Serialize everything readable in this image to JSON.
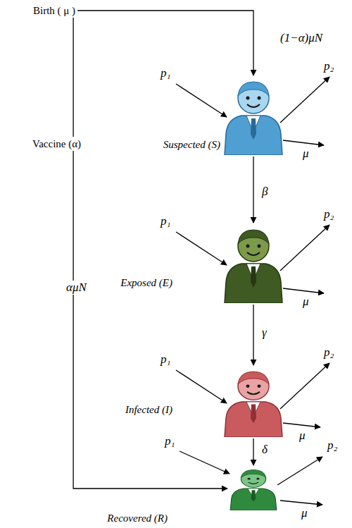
{
  "diagram": {
    "nodes": [
      {
        "text": [
          "Birth ( μ )"
        ]
      },
      {
        "text": [
          "Suspected (S)"
        ]
      },
      {
        "text": [
          "Exposed (E)"
        ]
      },
      {
        "text": [
          "Infected (I)"
        ]
      },
      {
        "text": [
          "Recovered (R)"
        ]
      }
    ],
    "edges": [
      {
        "from": 0,
        "to": 1,
        "arrow": "to",
        "label": "(1−α)μN"
      },
      {
        "from": 0,
        "to": 4,
        "arrow": "to",
        "label": "αμN"
      },
      {
        "from": 1,
        "to": 2,
        "arrow": "to",
        "label": "β"
      },
      {
        "from": 2,
        "to": 3,
        "arrow": "to",
        "label": "γ"
      },
      {
        "from": 3,
        "to": 4,
        "arrow": "to",
        "label": "δ"
      }
    ],
    "labels": [
      "p₁",
      "p₂",
      "μ",
      "Vaccine (α)",
      "p₁",
      "p₂",
      "μ",
      "p₁",
      "p₂",
      "μ",
      "p₁",
      "p₂",
      "μ"
    ]
  }
}
